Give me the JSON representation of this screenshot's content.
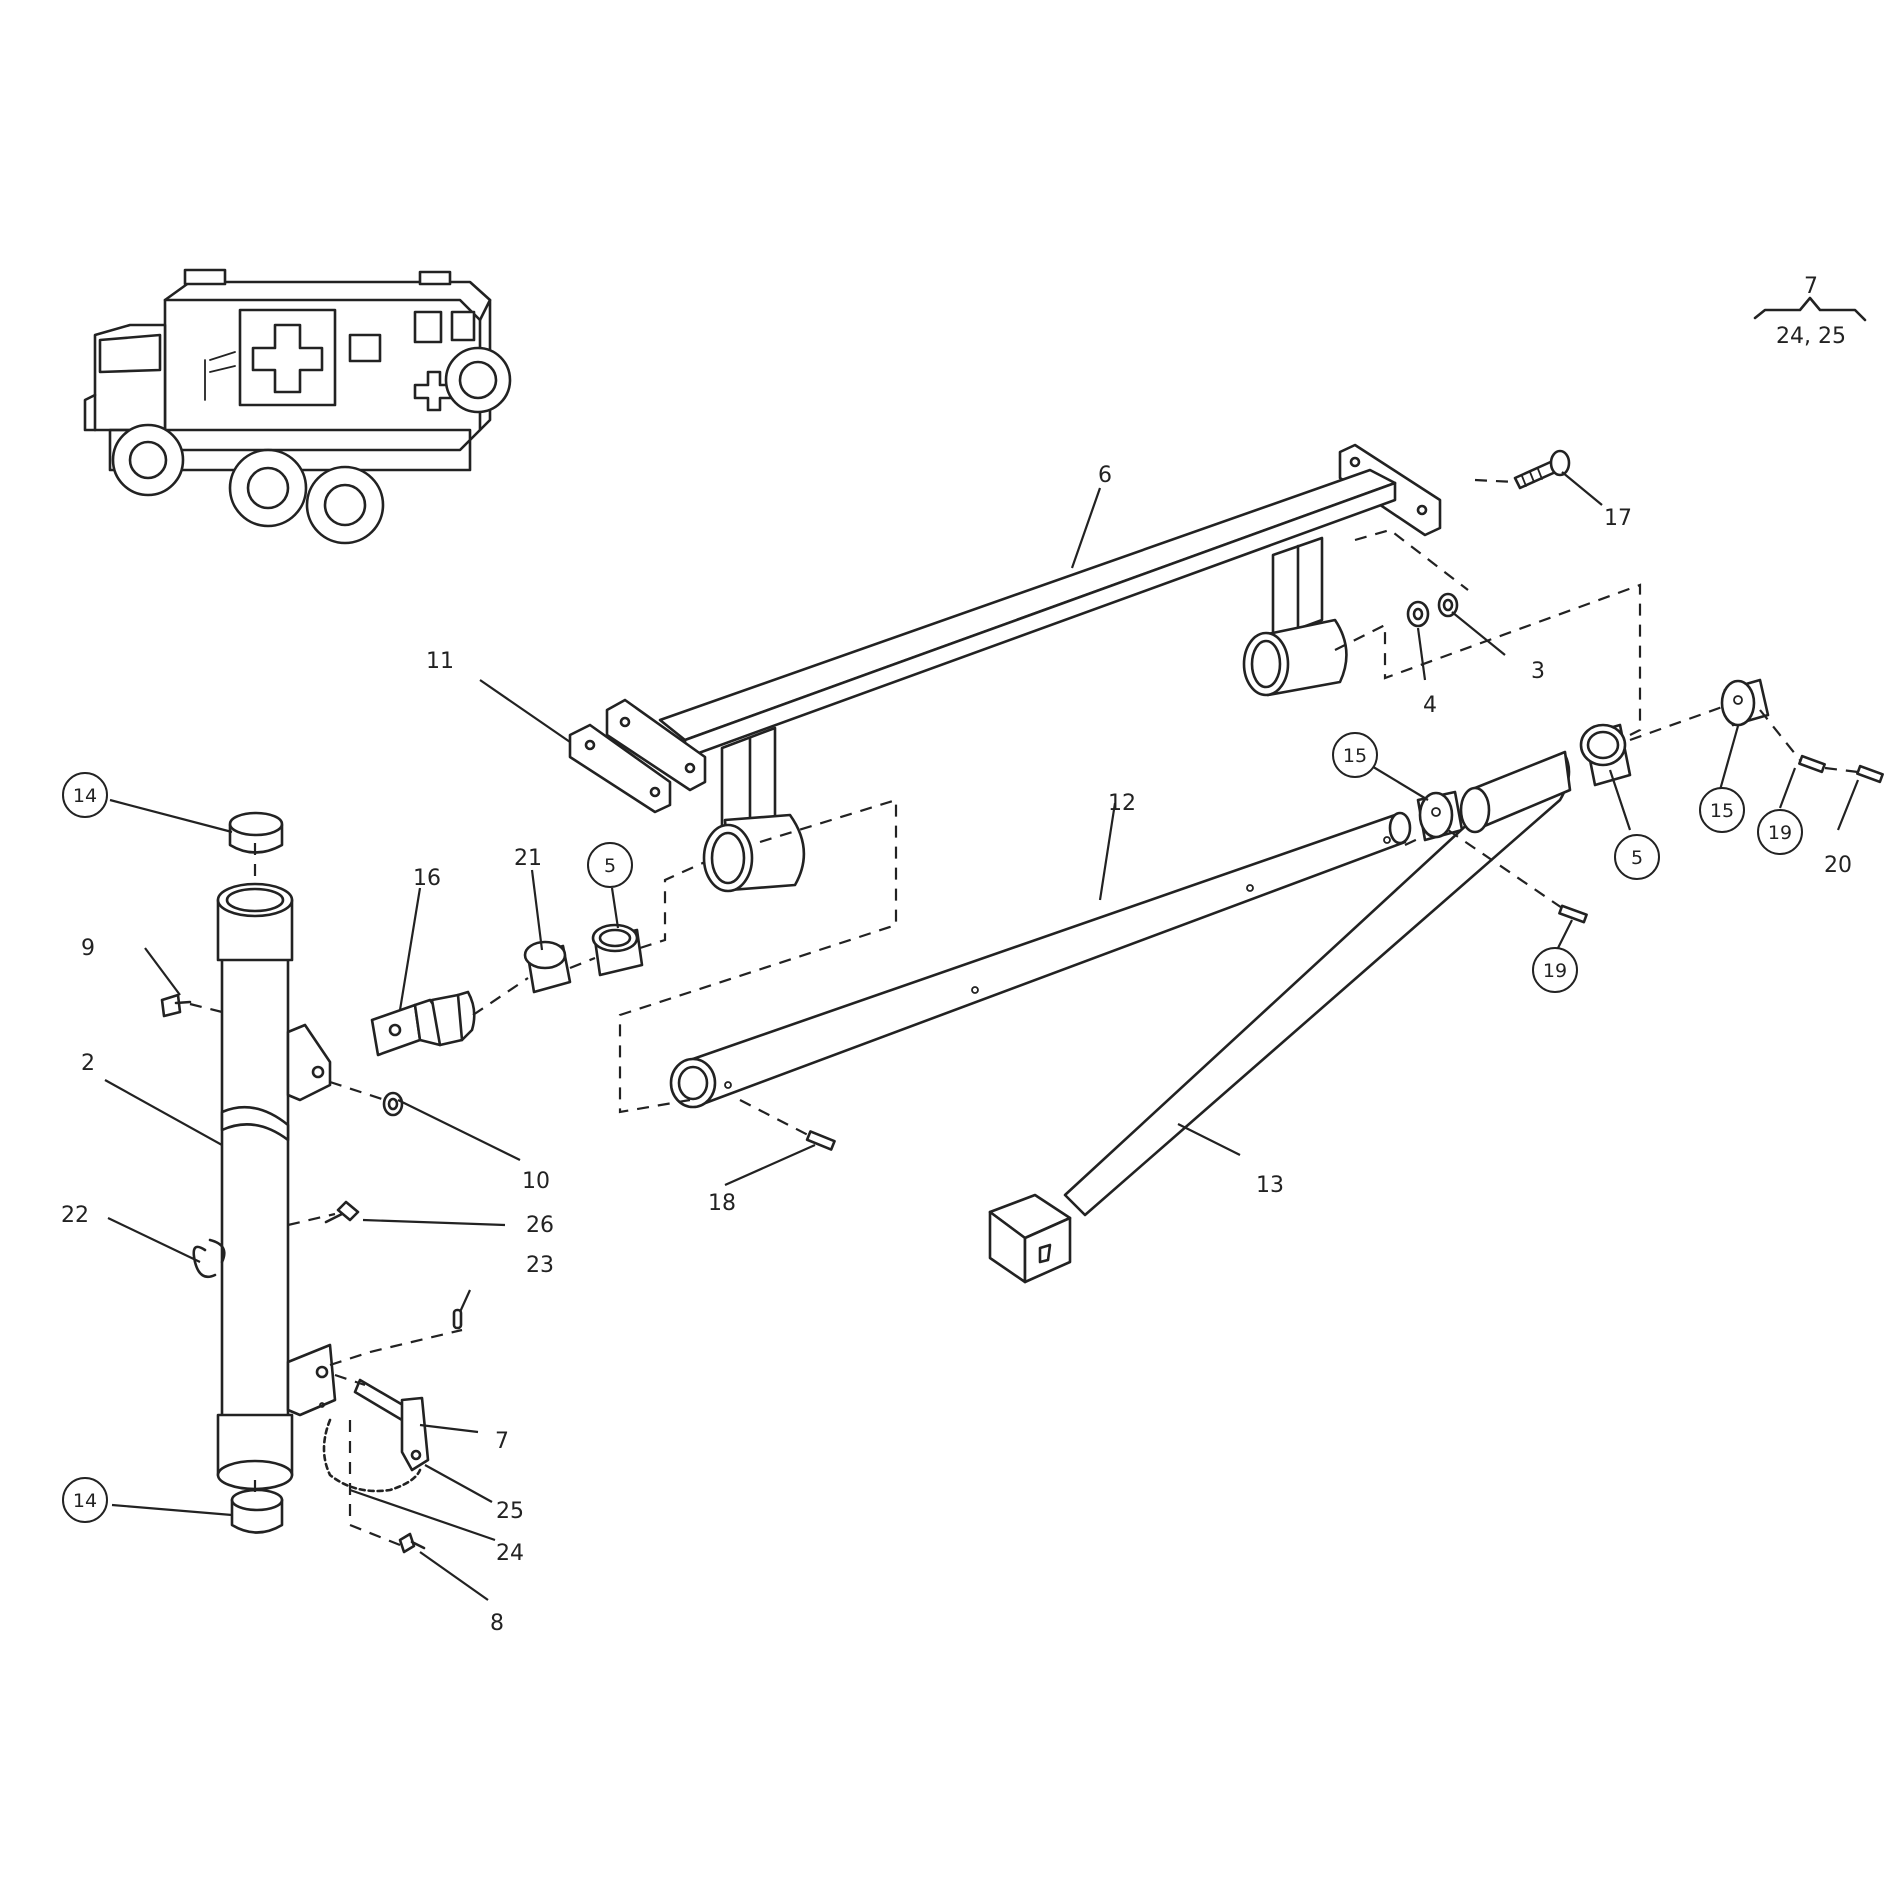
{
  "legend": {
    "top": "7",
    "bottom": "24, 25"
  },
  "callouts": {
    "c2": "2",
    "c3": "3",
    "c4": "4",
    "c5a": "5",
    "c5b": "5",
    "c6": "6",
    "c7": "7",
    "c8": "8",
    "c9": "9",
    "c10": "10",
    "c11": "11",
    "c12": "12",
    "c13": "13",
    "c14a": "14",
    "c14b": "14",
    "c15a": "15",
    "c15b": "15",
    "c16": "16",
    "c17": "17",
    "c18": "18",
    "c19a": "19",
    "c19b": "19",
    "c20": "20",
    "c21": "21",
    "c22": "22",
    "c23": "23",
    "c24": "24",
    "c25": "25",
    "c26": "26"
  }
}
